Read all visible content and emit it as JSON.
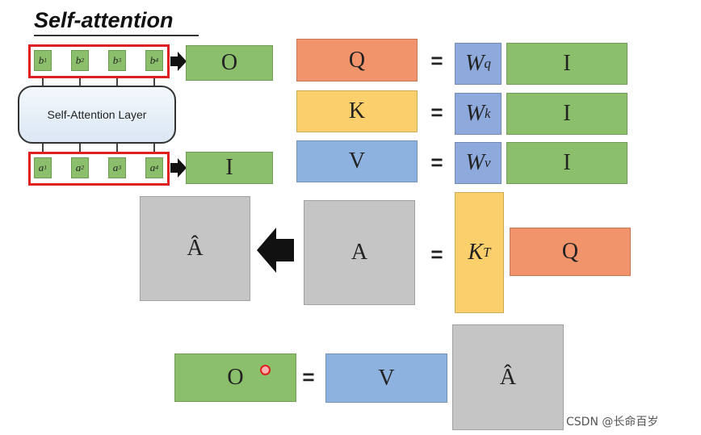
{
  "title": "Self-attention",
  "layer_label": "Self-Attention Layer",
  "outputs": [
    {
      "base": "b",
      "sup": "1"
    },
    {
      "base": "b",
      "sup": "2"
    },
    {
      "base": "b",
      "sup": "3"
    },
    {
      "base": "b",
      "sup": "4"
    }
  ],
  "inputs": [
    {
      "base": "a",
      "sup": "1"
    },
    {
      "base": "a",
      "sup": "2"
    },
    {
      "base": "a",
      "sup": "3"
    },
    {
      "base": "a",
      "sup": "4"
    }
  ],
  "left_labels": {
    "output_matrix": "O",
    "input_matrix": "I"
  },
  "equations": {
    "q": {
      "lhs": "Q",
      "eq": "=",
      "w_base": "W",
      "w_sup": "q",
      "rhs": "I"
    },
    "k": {
      "lhs": "K",
      "eq": "=",
      "w_base": "W",
      "w_sup": "k",
      "rhs": "I"
    },
    "v": {
      "lhs": "V",
      "eq": "=",
      "w_base": "W",
      "w_sup": "v",
      "rhs": "I"
    },
    "a": {
      "a_hat": "Â",
      "lhs": "A",
      "eq": "=",
      "kt_base": "K",
      "kt_sup": "T",
      "rhs": "Q"
    },
    "o": {
      "lhs": "O",
      "eq": "=",
      "v": "V",
      "a_hat": "Â"
    }
  },
  "watermark": "CSDN @长命百岁",
  "colors": {
    "green": "#8bbf6b",
    "orange": "#f2946b",
    "yellow": "#fbd06c",
    "blue": "#8eb2e0",
    "purple": "#8ea9dc",
    "gray": "#c5c5c5",
    "red": "#e02020"
  }
}
